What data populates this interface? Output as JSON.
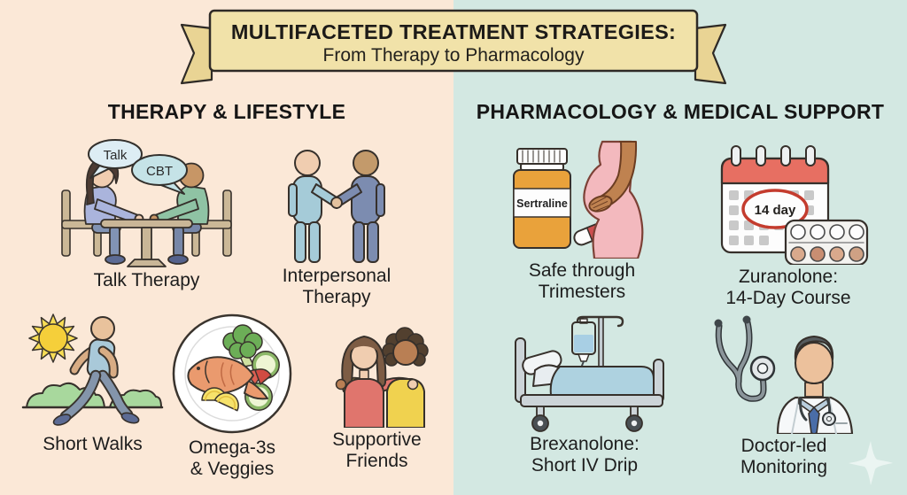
{
  "banner": {
    "title": "MULTIFACETED TREATMENT STRATEGIES:",
    "subtitle": "From Therapy to Pharmacology"
  },
  "sections": {
    "left": {
      "header": "THERAPY & LIFESTYLE",
      "items": [
        {
          "id": "talk-therapy",
          "label": "Talk Therapy",
          "bubbles": [
            "Talk",
            "CBT"
          ]
        },
        {
          "id": "interpersonal-therapy",
          "label": "Interpersonal\nTherapy"
        },
        {
          "id": "short-walks",
          "label": "Short Walks"
        },
        {
          "id": "omega3-veggies",
          "label": "Omega-3s\n& Veggies"
        },
        {
          "id": "supportive-friends",
          "label": "Supportive\nFriends"
        }
      ]
    },
    "right": {
      "header": "PHARMACOLOGY & MEDICAL SUPPORT",
      "items": [
        {
          "id": "sertraline-safety",
          "label": "Safe through\nTrimesters",
          "bottle_text": "Sertraline"
        },
        {
          "id": "zuranolone-course",
          "label": "Zuranolone:\n14-Day Course",
          "calendar_text": "14 day"
        },
        {
          "id": "brexanolone-iv",
          "label": "Brexanolone:\nShort IV Drip"
        },
        {
          "id": "doctor-monitoring",
          "label": "Doctor-led\nMonitoring"
        }
      ]
    }
  },
  "colors": {
    "left_background": "#fbe8d7",
    "right_background": "#d3e8e2",
    "banner_fill": "#f1e2a9",
    "banner_tail": "#e9d494",
    "outline": "#36302b",
    "speech_bubble_1": "#ddedf4",
    "speech_bubble_2": "#c5e3e7",
    "pill_bottle_orange": "#e9a23b",
    "capsule_red": "#cc4f4f",
    "calendar_header_red": "#e76f62",
    "calendar_circle_red": "#c43c2e",
    "blanket_blue": "#aed2e0",
    "sweater_coral": "#e0756d",
    "top_yellow": "#f0d24f",
    "sun_yellow": "#f5cf3a",
    "bush_green": "#a8d89d"
  }
}
